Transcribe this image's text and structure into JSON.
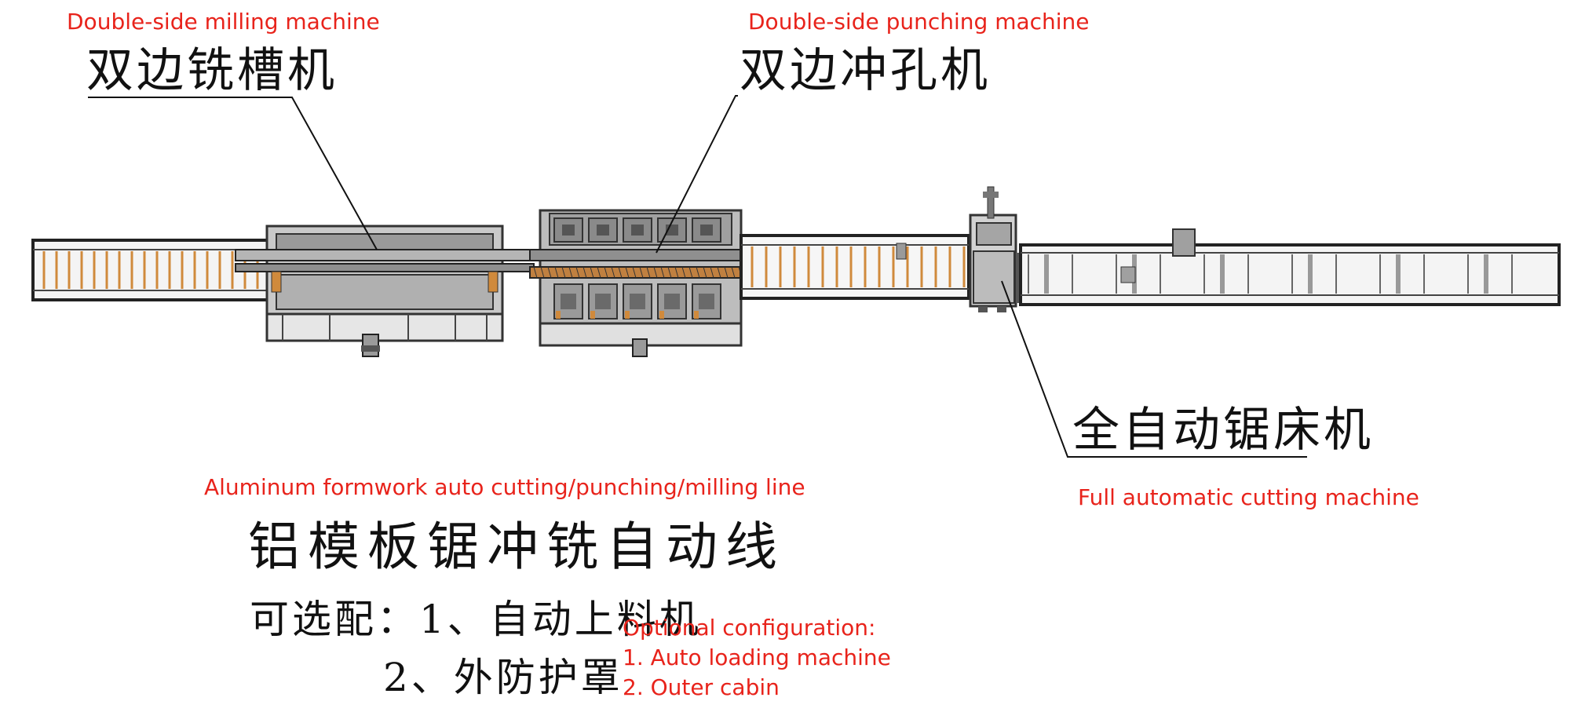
{
  "labels": {
    "milling_en": "Double-side milling machine",
    "milling_cn": "双边铣槽机",
    "punching_en": "Double-side punching machine",
    "punching_cn": "双边冲孔机",
    "cutting_cn": "全自动锯床机",
    "cutting_en": "Full automatic cutting machine",
    "line_en": "Aluminum formwork auto cutting/punching/milling line",
    "line_cn": "铝模板锯冲铣自动线",
    "optional_cn_line1": "可选配：1、自动上料机",
    "optional_cn_line2": "2、外防护罩",
    "optional_en_title": "Optional configuration:",
    "optional_en_item1": "1. Auto loading machine",
    "optional_en_item2": "2. Outer cabin"
  },
  "colors": {
    "label_red": "#e8231b",
    "line_dark": "#111111",
    "machine_grey": "#a8a8a8",
    "roller_orange": "#d08a3c"
  }
}
